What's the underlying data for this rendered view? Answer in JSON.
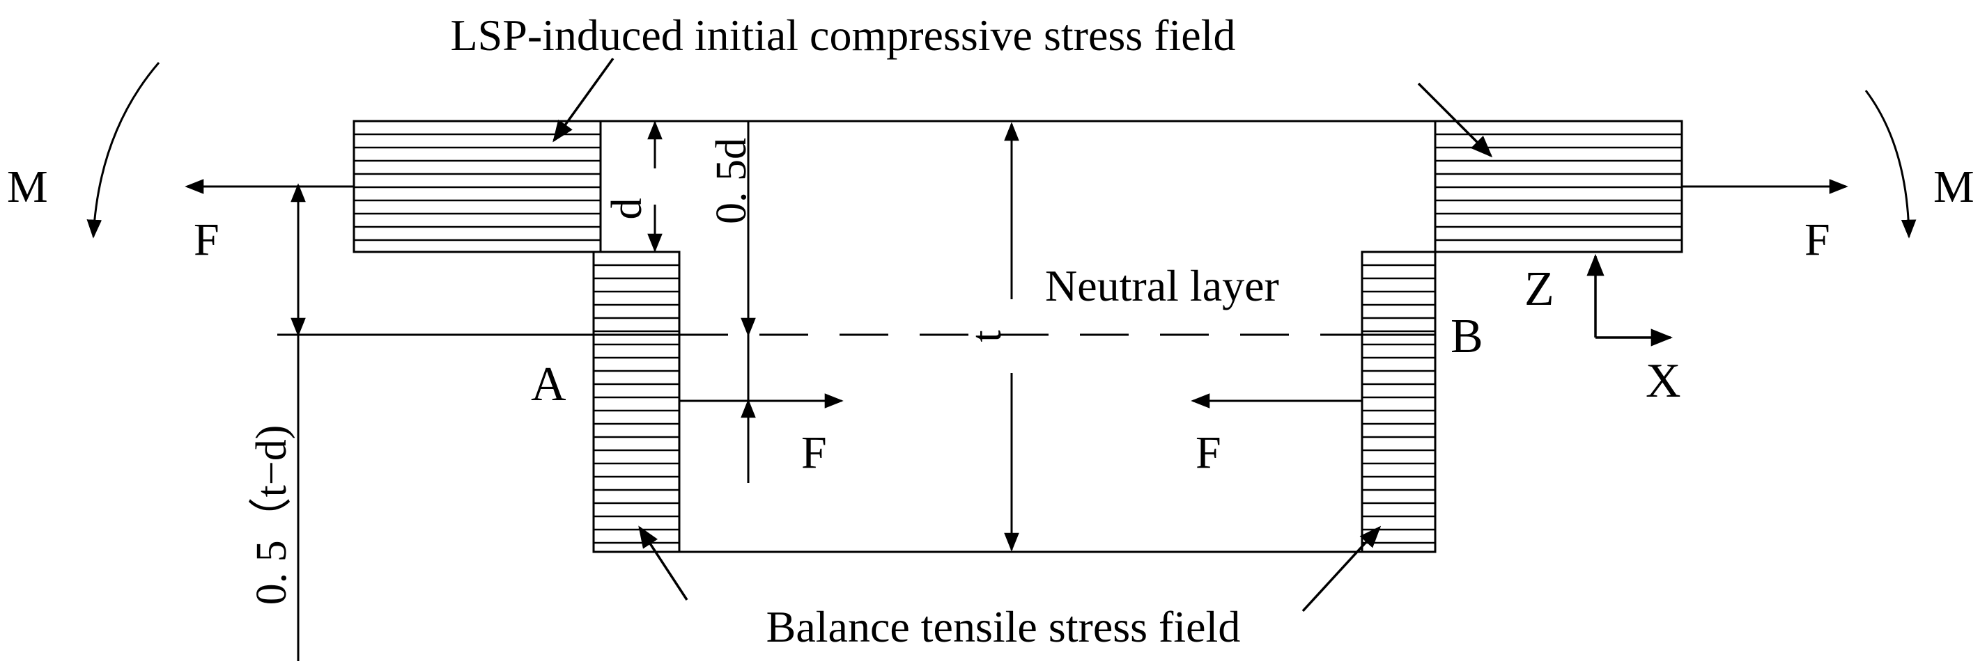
{
  "annotations": {
    "compressive": "LSP-induced initial compressive stress field",
    "tensile": "Balance tensile stress field",
    "neutral": "Neutral layer"
  },
  "labels": {
    "m_left": "M",
    "m_right": "M",
    "f_top_left": "F",
    "f_top_right": "F",
    "f_mid_left": "F",
    "f_mid_right": "F",
    "point_a": "A",
    "point_b": "B",
    "axis_z": "Z",
    "axis_x": "X"
  },
  "dimensions": {
    "d": "d",
    "half_d": "0. 5d",
    "t": "t",
    "half_t_minus_d": "0. 5（t−d)"
  }
}
